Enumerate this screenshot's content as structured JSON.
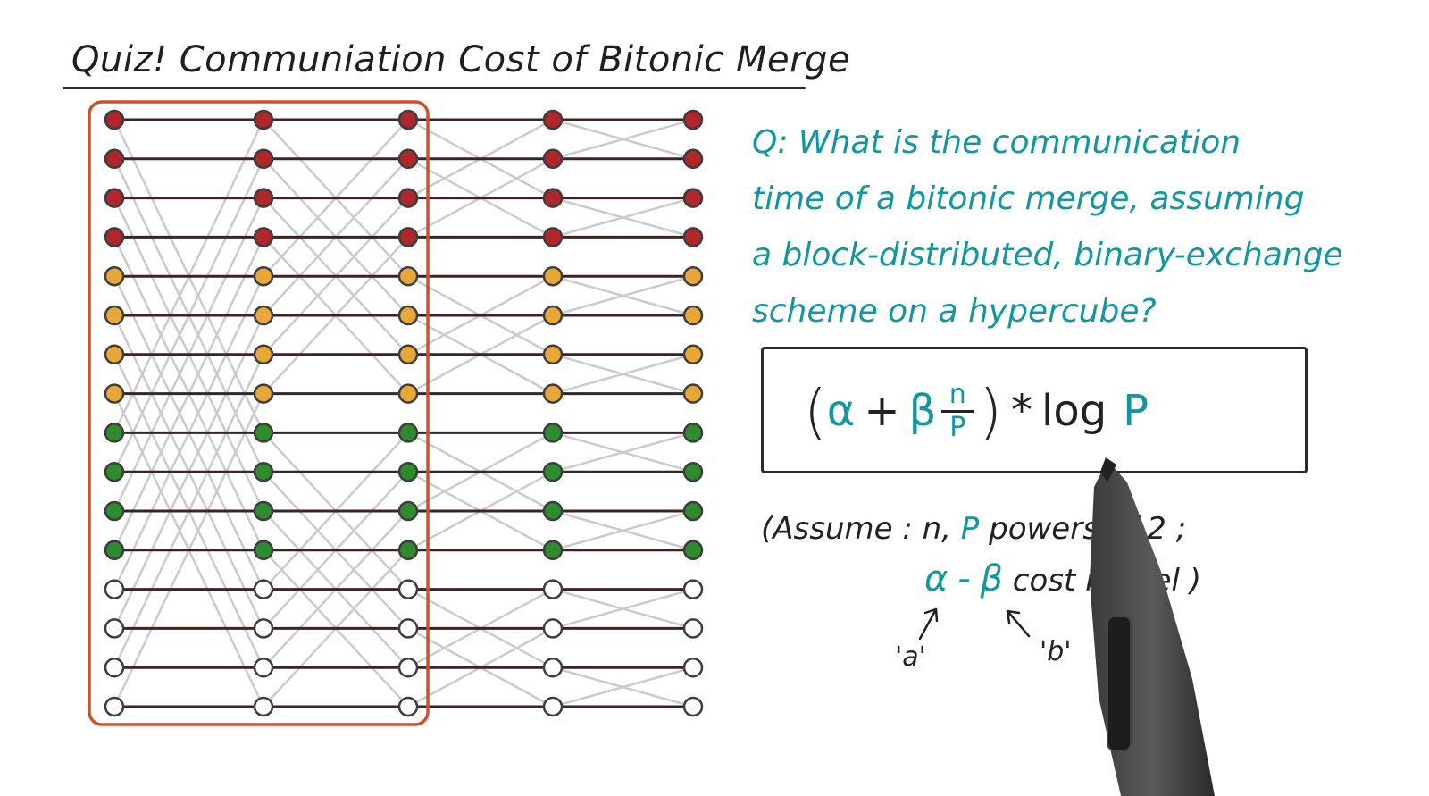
{
  "title": "Quiz! Communiation Cost of Bitonic Merge",
  "question": {
    "lines": [
      "Q: What is the communication",
      "time of a bitonic merge, assuming",
      "a block-distributed, binary-exchange",
      "scheme on a hypercube?"
    ]
  },
  "answer": {
    "open_paren": "(",
    "alpha": "α",
    "plus": "+",
    "beta": "β",
    "numerator": "n",
    "denominator": "P",
    "close_paren": ")",
    "times": "*",
    "log": "log",
    "log_arg": "P"
  },
  "assume": {
    "prefix": "(Assume : n,",
    "p": "P",
    "suffix": "powers of 2 ;"
  },
  "model": {
    "alpha": "α",
    "dash": "-",
    "beta": "β",
    "text": "cost model )"
  },
  "labels": {
    "a": "'a'",
    "b": "'b'"
  },
  "colors": {
    "teal": "#13979e",
    "red": "#b0262b",
    "orange": "#e8a838",
    "green": "#2e8b2e",
    "white": "#ffffff",
    "highlight": "#d0502a",
    "wire": "#3a2522",
    "cross": "#c9cbd0"
  },
  "network": {
    "rows": 16,
    "node_groups": [
      "red",
      "red",
      "red",
      "red",
      "orange",
      "orange",
      "orange",
      "orange",
      "green",
      "green",
      "green",
      "green",
      "white",
      "white",
      "white",
      "white"
    ],
    "stage_strides": [
      8,
      4,
      2,
      1
    ],
    "highlighted_stages": 2
  }
}
